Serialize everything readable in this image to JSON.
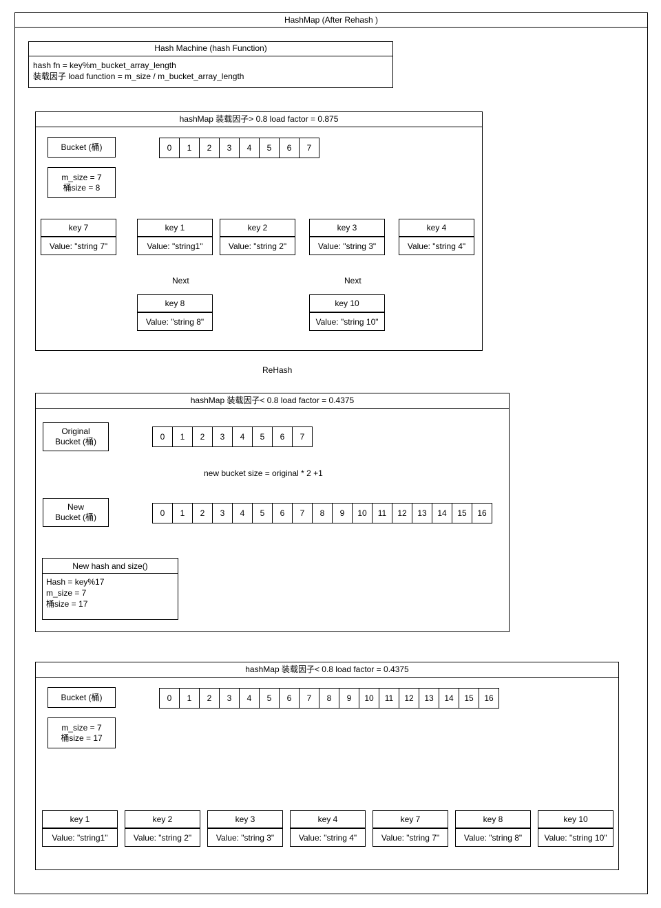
{
  "diagram": {
    "title": "HashMap (After Rehash )",
    "hash_machine": {
      "title": "Hash Machine (hash Function)",
      "line1": "hash fn = key%m_bucket_array_length",
      "line2": "装载因子 load function = m_size / m_bucket_array_length"
    },
    "section1": {
      "title": "hashMap 装载因子> 0.8 load factor = 0.875",
      "bucket_label": "Bucket (桶)",
      "size_line1": "m_size = 7",
      "size_line2": "桶size = 8",
      "bucket_cells": [
        "0",
        "1",
        "2",
        "3",
        "4",
        "5",
        "6",
        "7"
      ],
      "nodes": [
        {
          "key": "key 7",
          "value": "Value: \"string 7\""
        },
        {
          "key": "key 1",
          "value": "Value: \"string1\""
        },
        {
          "key": "key 2",
          "value": "Value: \"string 2\""
        },
        {
          "key": "key 3",
          "value": "Value: \"string 3\""
        },
        {
          "key": "key 4",
          "value": "Value: \"string 4\""
        }
      ],
      "chain_nodes": [
        {
          "key": "key 8",
          "value": "Value: \"string 8\"",
          "link_label": "Next"
        },
        {
          "key": "key 10",
          "value": "Value: \"string 10\"",
          "link_label": "Next"
        }
      ]
    },
    "rehash_label": "ReHash",
    "section2": {
      "title": "hashMap 装载因子< 0.8 load factor = 0.4375",
      "original_bucket_label_line1": "Original",
      "original_bucket_label_line2": "Bucket (桶)",
      "new_bucket_label_line1": "New",
      "new_bucket_label_line2": "Bucket (桶)",
      "original_cells": [
        "0",
        "1",
        "2",
        "3",
        "4",
        "5",
        "6",
        "7"
      ],
      "new_cells": [
        "0",
        "1",
        "2",
        "3",
        "4",
        "5",
        "6",
        "7",
        "8",
        "9",
        "10",
        "11",
        "12",
        "13",
        "14",
        "15",
        "16"
      ],
      "grow_label": "new bucket size = original * 2 +1",
      "newhash": {
        "title": "New hash and size()",
        "line1": "Hash = key%17",
        "line2": "m_size = 7",
        "line3": "桶size = 17"
      }
    },
    "section3": {
      "title": "hashMap 装载因子< 0.8 load factor = 0.4375",
      "bucket_label": "Bucket (桶)",
      "size_line1": "m_size = 7",
      "size_line2": "桶size = 17",
      "bucket_cells": [
        "0",
        "1",
        "2",
        "3",
        "4",
        "5",
        "6",
        "7",
        "8",
        "9",
        "10",
        "11",
        "12",
        "13",
        "14",
        "15",
        "16"
      ],
      "nodes": [
        {
          "key": "key 1",
          "value": "Value: \"string1\""
        },
        {
          "key": "key 2",
          "value": "Value: \"string 2\""
        },
        {
          "key": "key 3",
          "value": "Value: \"string 3\""
        },
        {
          "key": "key 4",
          "value": "Value: \"string 4\""
        },
        {
          "key": "key 7",
          "value": "Value: \"string 7\""
        },
        {
          "key": "key 8",
          "value": "Value: \"string 8\""
        },
        {
          "key": "key 10",
          "value": "Value: \"string 10\""
        }
      ]
    },
    "colors": {
      "stroke": "#000000",
      "background": "#ffffff"
    }
  }
}
